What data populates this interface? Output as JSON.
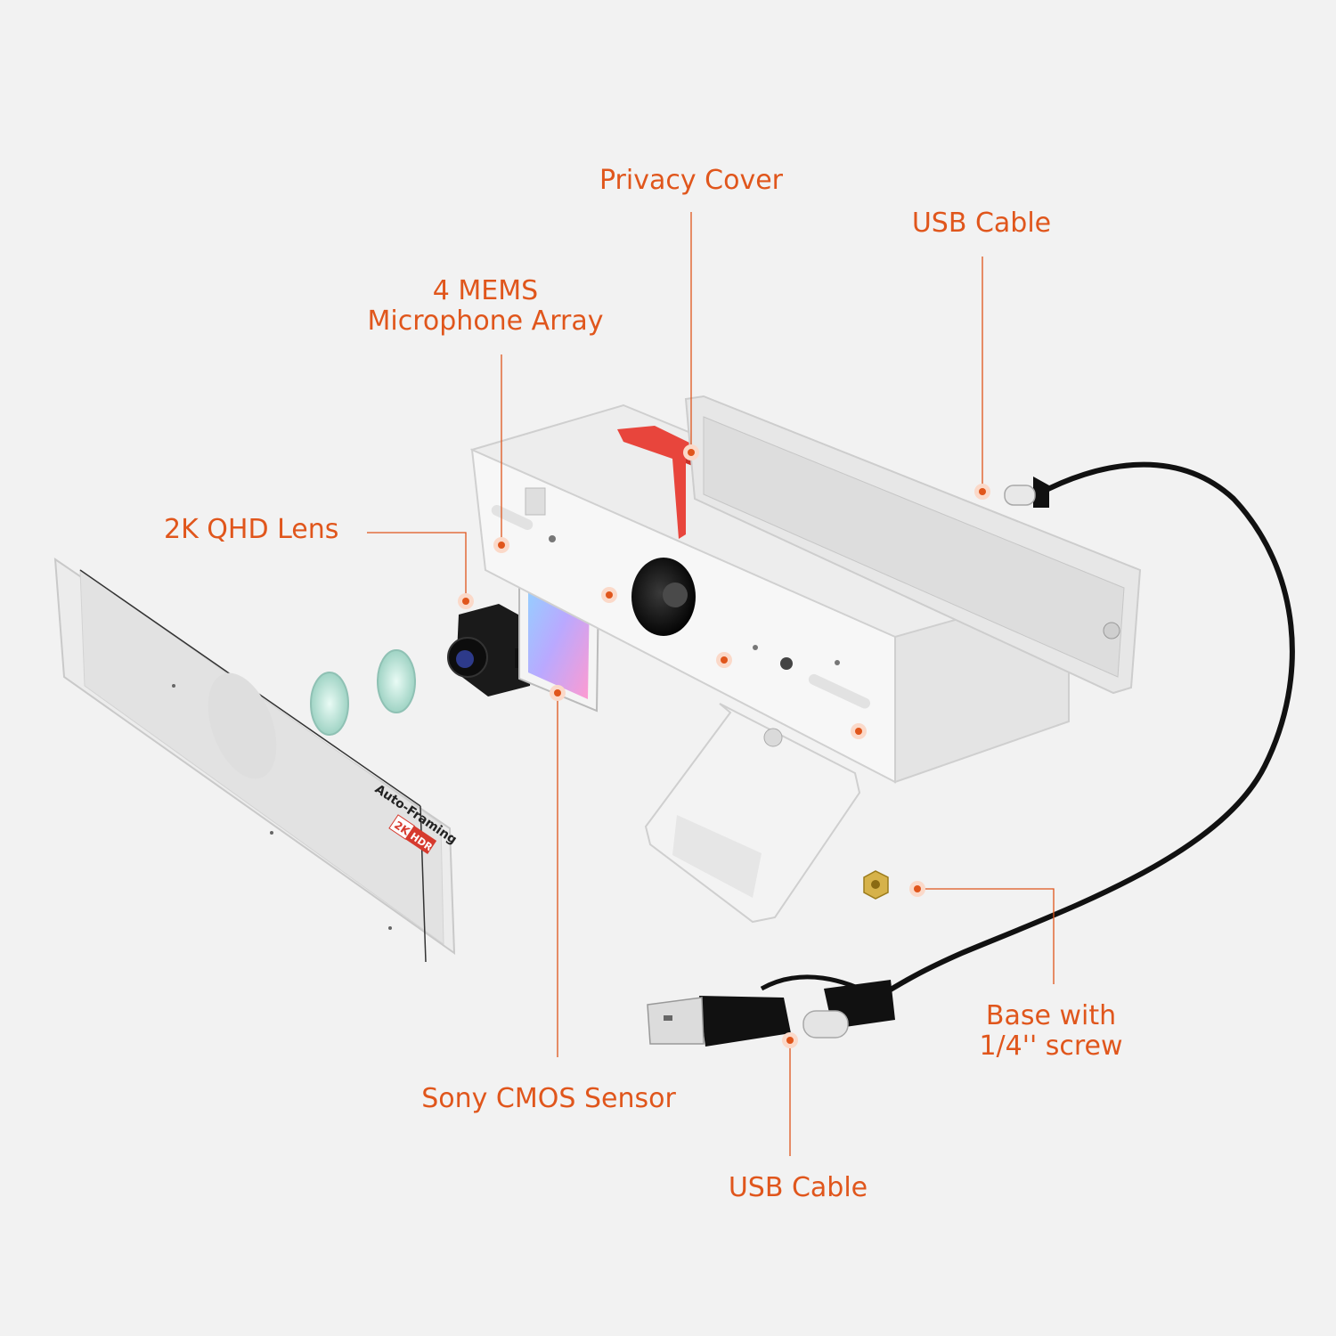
{
  "colors": {
    "accent": "#e0561c",
    "background": "#f2f2f2",
    "privacy_cover": "#e8453c",
    "cable": "#111111"
  },
  "callouts": {
    "privacy_cover": "Privacy Cover",
    "usb_cable_top": "USB Cable",
    "mic_array_line1": "4 MEMS",
    "mic_array_line2": "Microphone Array",
    "lens": "2K QHD Lens",
    "base_line1": "Base with",
    "base_line2": "1/4'' screw",
    "sensor": "Sony CMOS Sensor",
    "usb_cable_bottom": "USB Cable"
  },
  "panel_print": {
    "auto_framing": "Auto-Framing",
    "badge_2k": "2K",
    "badge_hdr": "HDR"
  }
}
